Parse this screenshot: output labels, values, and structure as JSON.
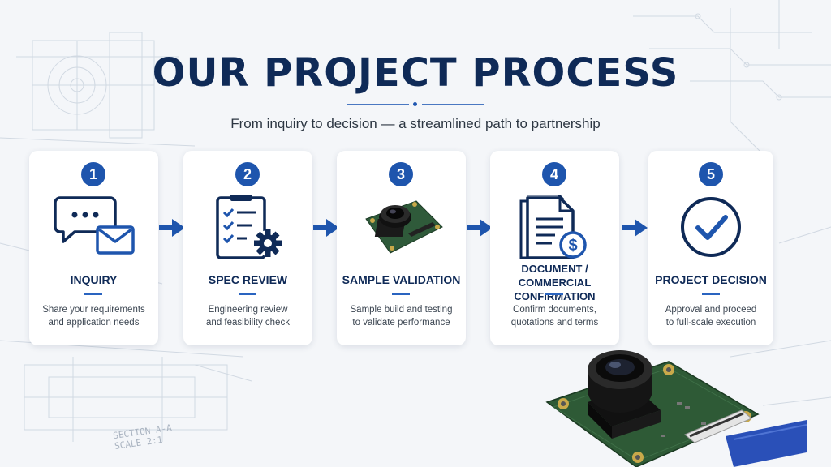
{
  "header": {
    "title": "OUR PROJECT PROCESS",
    "subtitle": "From inquiry to decision — a streamlined path to partnership"
  },
  "colors": {
    "navy": "#0f2a57",
    "accent_blue": "#1e55ad",
    "card_bg": "#ffffff",
    "page_bg": "#f4f6f9"
  },
  "steps": [
    {
      "number": "1",
      "title": "INQUIRY",
      "title_line2": "",
      "desc_line1": "Share your requirements",
      "desc_line2": "and application needs",
      "icon": "chat-envelope-icon"
    },
    {
      "number": "2",
      "title": "SPEC REVIEW",
      "title_line2": "",
      "desc_line1": "Engineering review",
      "desc_line2": "and feasibility check",
      "icon": "checklist-gear-icon"
    },
    {
      "number": "3",
      "title": "SAMPLE VALIDATION",
      "title_line2": "",
      "desc_line1": "Sample build and testing",
      "desc_line2": "to validate performance",
      "icon": "camera-module-icon"
    },
    {
      "number": "4",
      "title": "DOCUMENT /",
      "title_line2": "COMMERCIAL CONFIRMATION",
      "desc_line1": "Confirm documents,",
      "desc_line2": "quotations and terms",
      "icon": "document-dollar-icon"
    },
    {
      "number": "5",
      "title": "PROJECT DECISION",
      "title_line2": "",
      "desc_line1": "Approval and proceed",
      "desc_line2": "to full-scale execution",
      "icon": "check-circle-icon"
    }
  ],
  "background": {
    "drawing_label_1": "SECTION A-A",
    "drawing_label_2": "SCALE 2:1"
  }
}
